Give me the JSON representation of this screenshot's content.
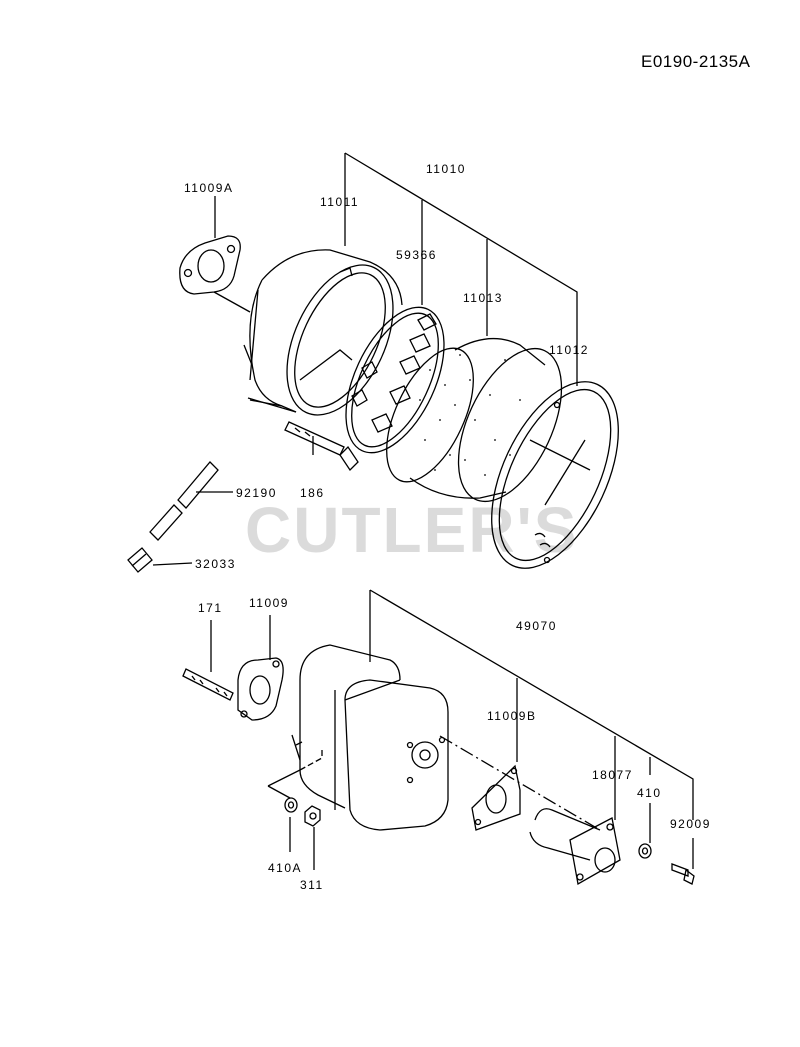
{
  "diagram_code": "E0190-2135A",
  "watermark": "CUTLER'S",
  "labels": {
    "p11010": "11010",
    "p11009a": "11009A",
    "p11011": "11011",
    "p59366": "59366",
    "p11013": "11013",
    "p11012": "11012",
    "p92190": "92190",
    "p186": "186",
    "p32033": "32033",
    "p171": "171",
    "p11009": "11009",
    "p49070": "49070",
    "p11009b": "11009B",
    "p18077": "18077",
    "p410": "410",
    "p92009": "92009",
    "p410a": "410A",
    "p311": "311"
  }
}
